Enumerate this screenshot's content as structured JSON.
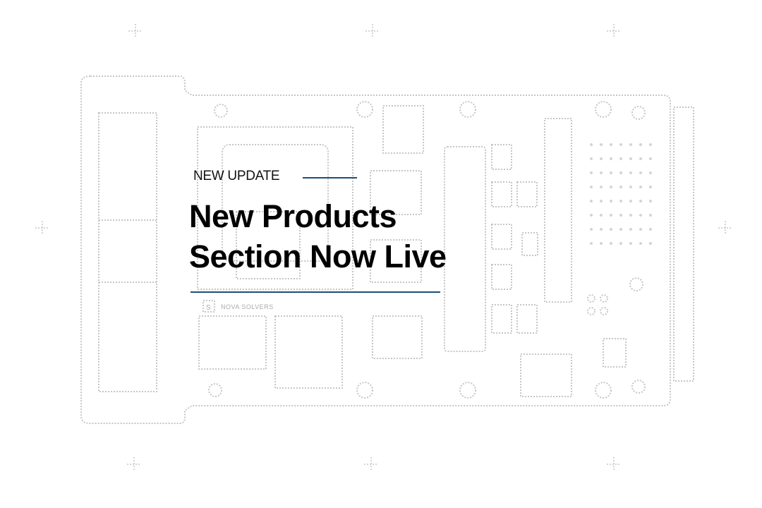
{
  "eyebrow": "NEW UPDATE",
  "headline": {
    "line1": "New Products",
    "line2": "Section Now Live"
  },
  "board_logo": {
    "mark": "S",
    "text": "NOVA SOLVERS"
  },
  "colors": {
    "accent": "#1f4e79",
    "board_outline": "#c4c4c4",
    "text": "#000000"
  }
}
